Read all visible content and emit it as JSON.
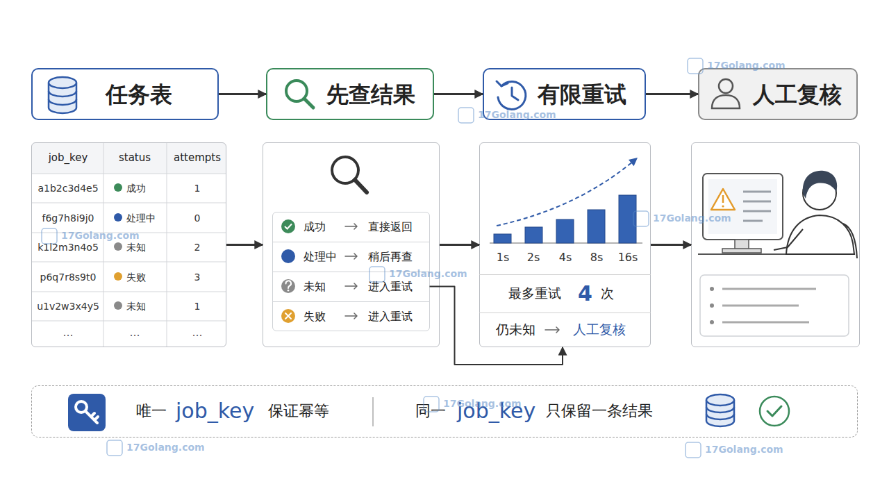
{
  "diagram": {
    "nodes": [
      {
        "text": [
          "任务表"
        ]
      },
      {
        "text": [
          "先查结果"
        ]
      },
      {
        "text": [
          "有限重试"
        ]
      },
      {
        "text": [
          "人工复核"
        ]
      },
      {
        "text": [
          "job_key",
          "status",
          "attempts",
          "a1b2c3d4e5",
          "成功",
          "1",
          "f6g7h8i9j0",
          "处理中",
          "0",
          "k1l2m3n4o5",
          "未知",
          "2",
          "p6q7r8s9t0",
          "失败",
          "3",
          "u1v2w3x4y5",
          "未知",
          "1",
          "…",
          "…",
          "…"
        ]
      },
      {
        "text": []
      },
      {
        "text": [
          "成功",
          "直接返回"
        ],
        "in": 5
      },
      {
        "text": [
          "处理中",
          "稍后再查"
        ],
        "in": 5
      },
      {
        "text": [
          "未知",
          "进入重试"
        ],
        "in": 5
      },
      {
        "text": [
          "失败",
          "进入重试"
        ],
        "in": 5
      },
      {
        "text": [
          "1s",
          "2s",
          "4s",
          "8s",
          "16s"
        ]
      },
      {
        "text": [
          "最多重试",
          "4",
          "次"
        ],
        "in": 10
      },
      {
        "text": [
          "仍未知",
          "人工复核"
        ],
        "in": 10
      },
      {
        "text": []
      },
      {
        "text": [
          "唯一",
          "job_key",
          "保证幂等",
          "同一",
          "job_key",
          "只保留一条结果"
        ]
      }
    ],
    "edges": [
      {
        "from": 0,
        "to": 1,
        "arrow": "to"
      },
      {
        "from": 1,
        "to": 2,
        "arrow": "to"
      },
      {
        "from": 2,
        "to": 3,
        "arrow": "to"
      },
      {
        "from": 4,
        "to": 5,
        "arrow": "to"
      },
      {
        "from": 5,
        "to": 10,
        "arrow": "to"
      },
      {
        "from": 10,
        "to": 13,
        "arrow": "to"
      },
      {
        "from": 8,
        "to": 10,
        "arrow": "to"
      }
    ],
    "labels": [
      "17Golang.com",
      "17Golang.com",
      "17Golang.com",
      "17Golang.com",
      "17Golang.com",
      "17Golang.com",
      "17Golang.com",
      "17Golang.com"
    ]
  }
}
